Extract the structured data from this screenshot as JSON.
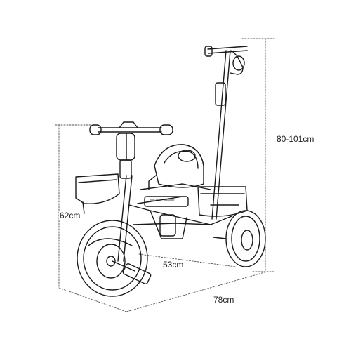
{
  "dimensions": {
    "height": "80-101cm",
    "seat_height": "62cm",
    "wheelbase": "53cm",
    "length": "78cm"
  },
  "colors": {
    "line": "#1a1a1a",
    "dim_line": "#555555",
    "background": "#ffffff"
  }
}
